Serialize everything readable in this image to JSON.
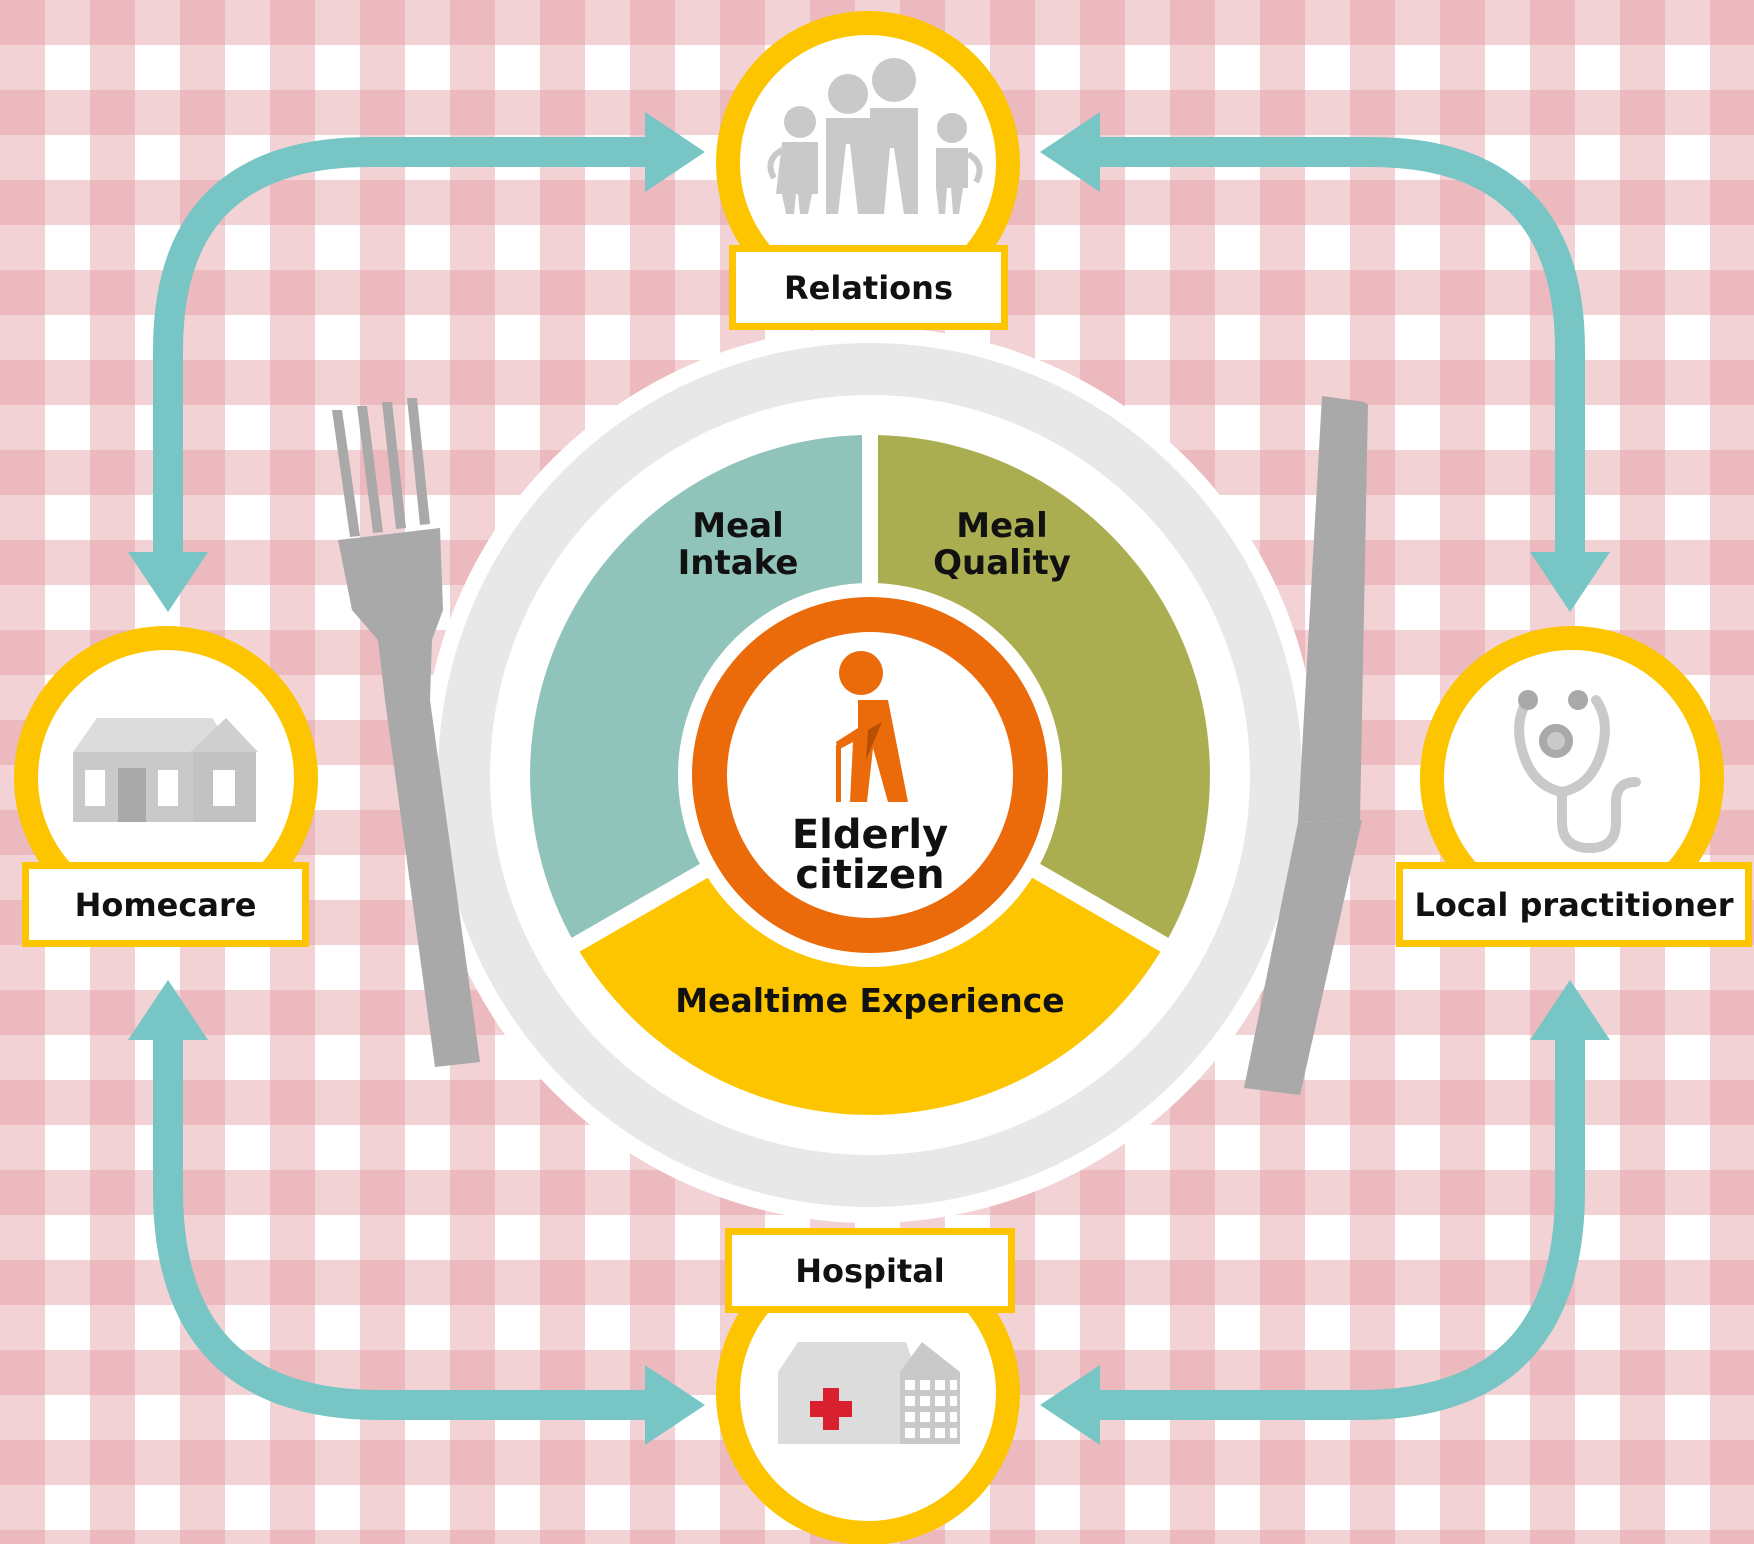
{
  "colors": {
    "gingham_light": "#f7e1e3",
    "gingham_dark": "#eebfc3",
    "arrow": "#78c5c5",
    "ring": "#fcc500",
    "plate_outer": "#e8e8e8",
    "meal_intake": "#90c3b9",
    "meal_quality": "#abae50",
    "mealtime_experience": "#fcc500",
    "center_ring": "#eb6a0a",
    "cutlery": "#a9a9a9",
    "icon_gray": "#c9c9c9",
    "hospital_cross": "#d8202e"
  },
  "center": {
    "line1": "Elderly",
    "line2": "citizen",
    "icon": "elderly-person-with-cane-icon"
  },
  "segments": {
    "meal_intake": {
      "line1": "Meal",
      "line2": "Intake"
    },
    "meal_quality": {
      "line1": "Meal",
      "line2": "Quality"
    },
    "mealtime_experience": {
      "label": "Mealtime Experience"
    }
  },
  "nodes": {
    "relations": {
      "label": "Relations",
      "icon": "family-icon"
    },
    "homecare": {
      "label": "Homecare",
      "icon": "house-icon"
    },
    "local_practitioner": {
      "label": "Local practitioner",
      "icon": "stethoscope-icon"
    },
    "hospital": {
      "label": "Hospital",
      "icon": "hospital-icon"
    }
  },
  "cutlery": {
    "left": "fork-icon",
    "right": "knife-icon"
  }
}
